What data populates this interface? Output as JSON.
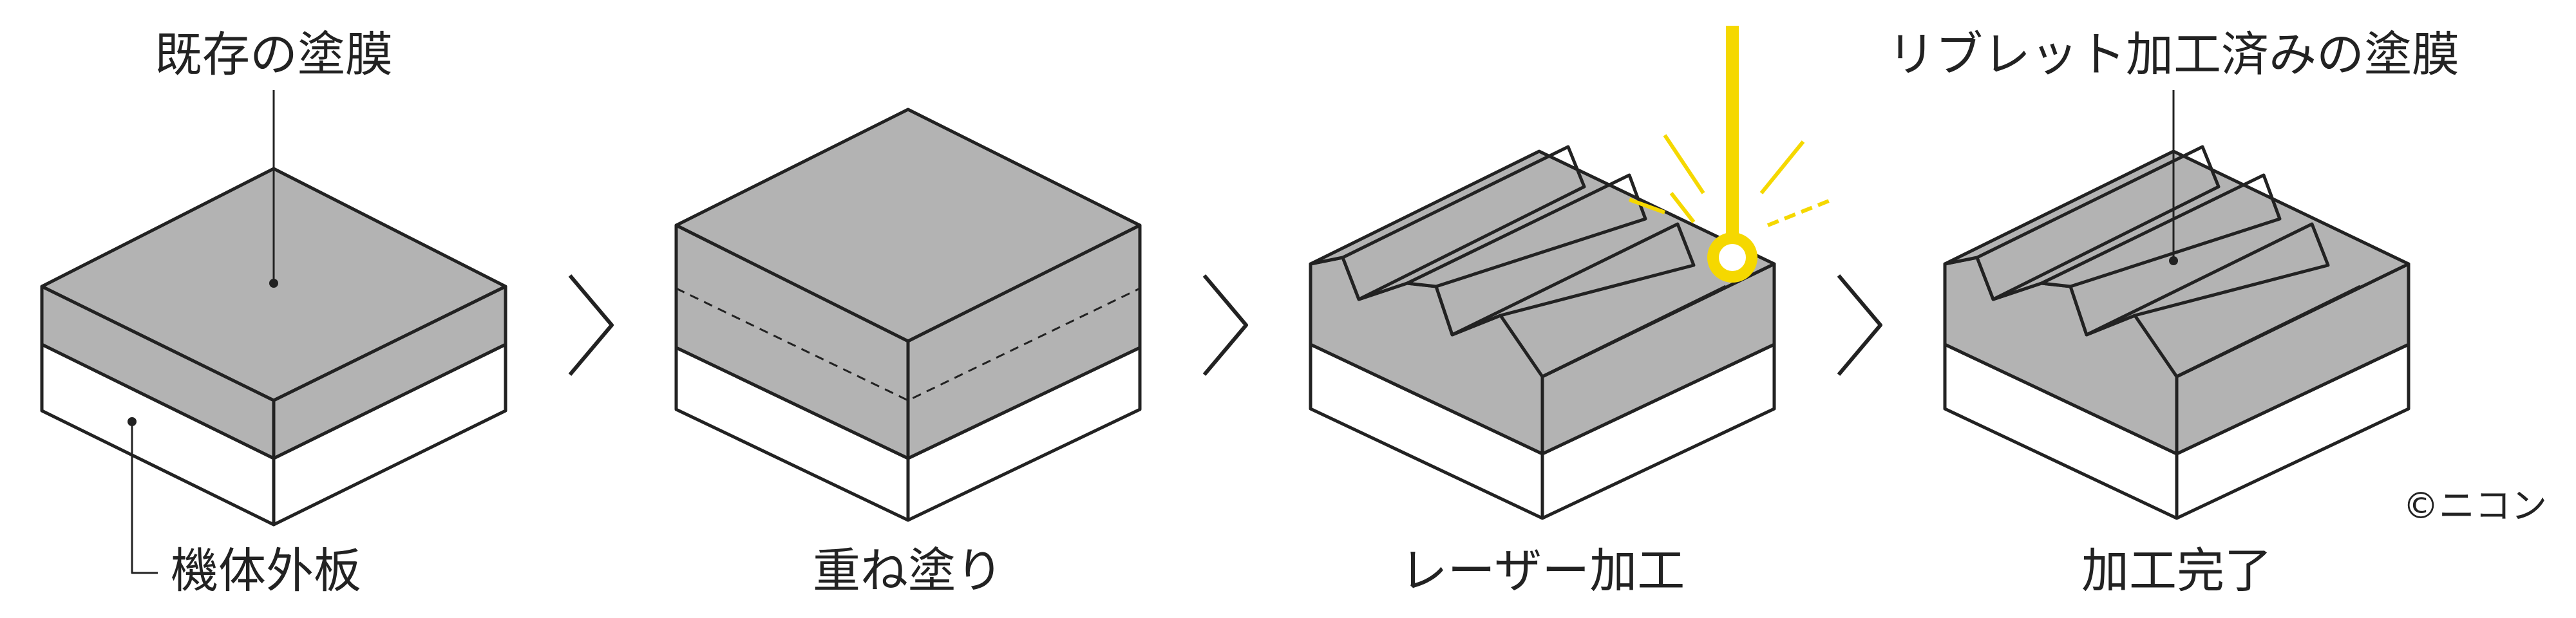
{
  "labels": {
    "existing_coating": "既存の塗膜",
    "fuselage_skin": "機体外板",
    "recoating": "重ね塗り",
    "laser_processing": "レーザー加工",
    "riblet_coating": "リブレット加工済みの塗膜",
    "complete": "加工完了",
    "copyright": "©ニコン"
  },
  "colors": {
    "coating": "#b3b3b3",
    "plate": "#ffffff",
    "laser": "#f5d800",
    "line": "#222222"
  }
}
